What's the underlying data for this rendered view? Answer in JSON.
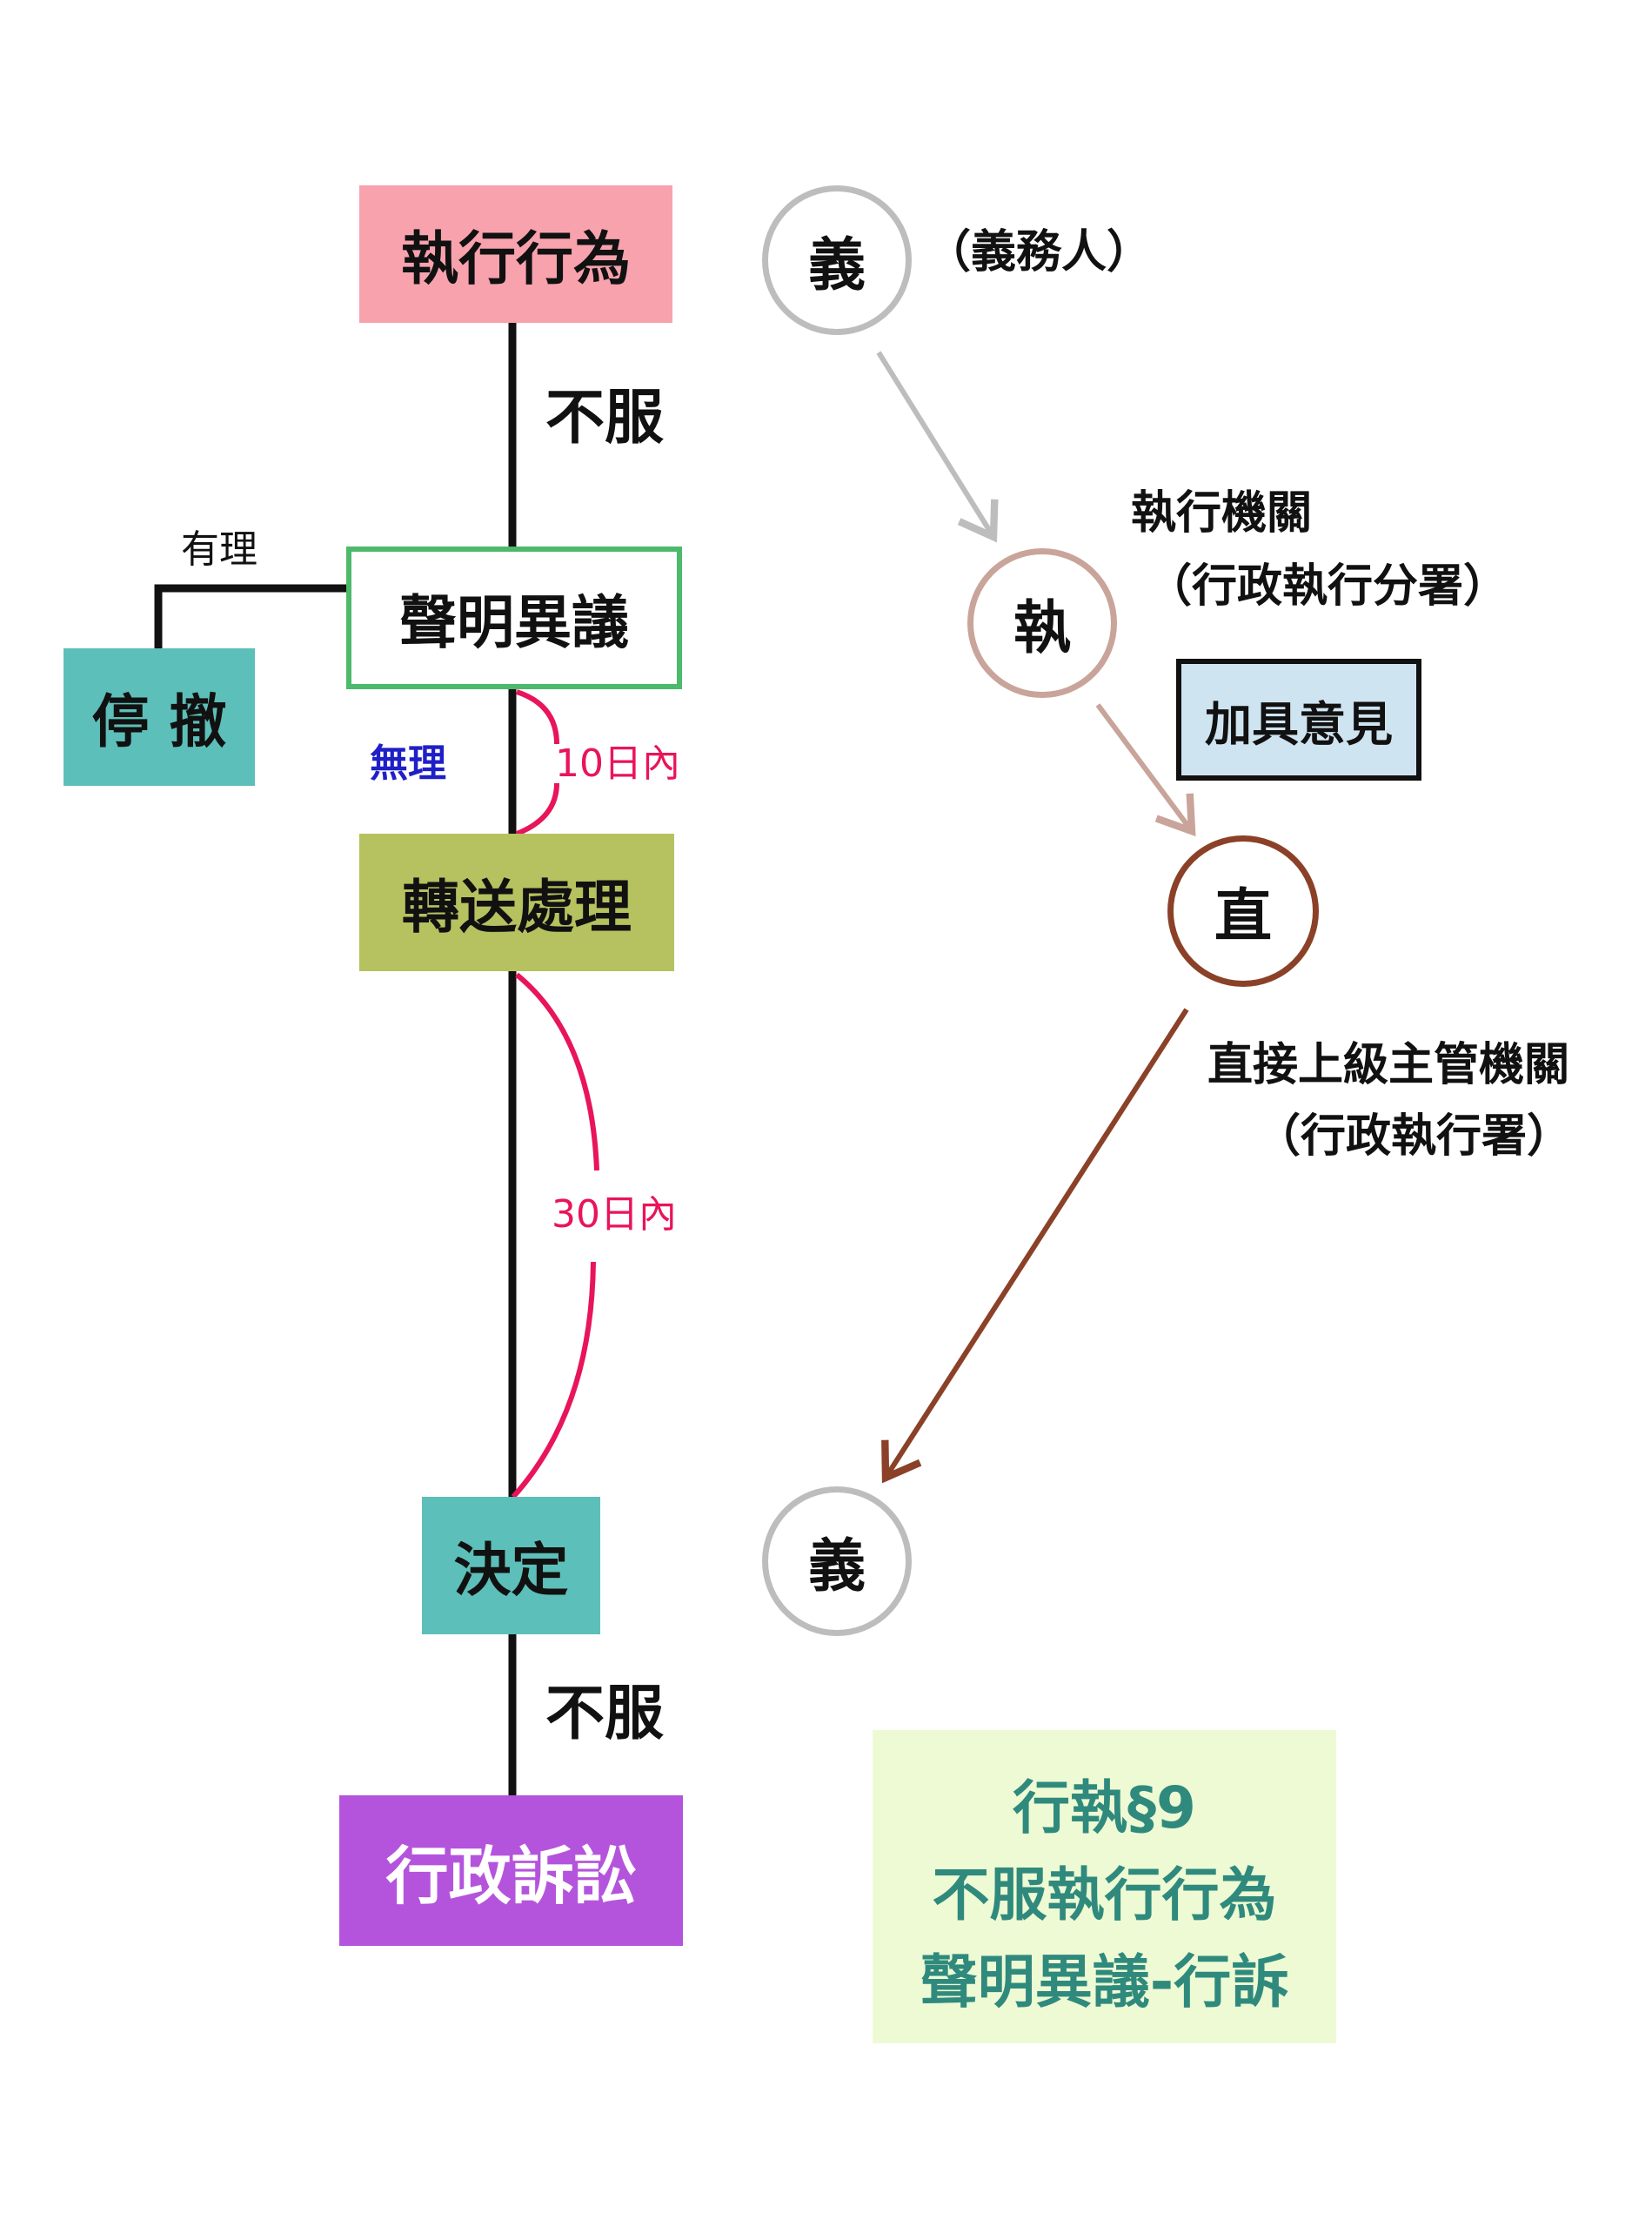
{
  "colors": {
    "line": "#111111",
    "deadline": "#e8155a",
    "unreasonable": "#1f1fc8",
    "box_execution": "#f8a2ad",
    "box_objection_border": "#4cb96b",
    "box_suspend": "#5dbfb9",
    "box_transfer": "#b6c15f",
    "box_decision": "#5dbfb9",
    "box_litigation": "#b454dc",
    "box_opinion": "#cfe4f1",
    "note_bg": "#eefad4",
    "note_text": "#2f8a7d",
    "circle_obligor": "#bdbdbd",
    "circle_agency": "#c9a49a",
    "circle_superior": "#8b4128"
  },
  "flow": {
    "execution_act": "執行行為",
    "objection_1": "不服",
    "reasonable": "有理",
    "declare_objection": "聲明異議",
    "suspend_revoke": "停 撤",
    "unreasonable": "無理",
    "deadline_10": "10日內",
    "transfer": "轉送處理",
    "deadline_30": "30日內",
    "decision": "決定",
    "objection_2": "不服",
    "admin_litigation": "行政訴訟"
  },
  "parties": {
    "obligor_top": "義",
    "obligor_label": "（義務人）",
    "agency": "執",
    "agency_label_1": "執行機關",
    "agency_label_2": "（行政執行分署）",
    "opinion": "加具意見",
    "superior": "直",
    "superior_label_1": "直接上級主管機關",
    "superior_label_2": "（行政執行署）",
    "obligor_bottom": "義"
  },
  "note": {
    "line_1": "行執§9",
    "line_2": "不服執行行為",
    "line_3": "聲明異議-行訴"
  }
}
